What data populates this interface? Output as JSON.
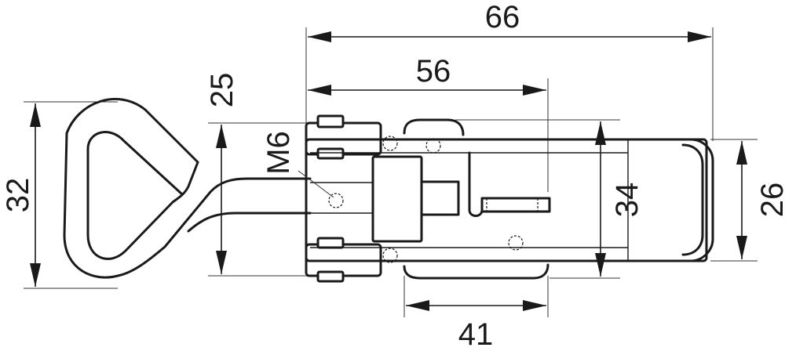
{
  "dimensions": {
    "overall_length": "66",
    "body_length": "56",
    "base_length": "41",
    "loop_height": "32",
    "hook_span": "25",
    "body_height": "34",
    "end_height": "26",
    "thread": "M6"
  }
}
